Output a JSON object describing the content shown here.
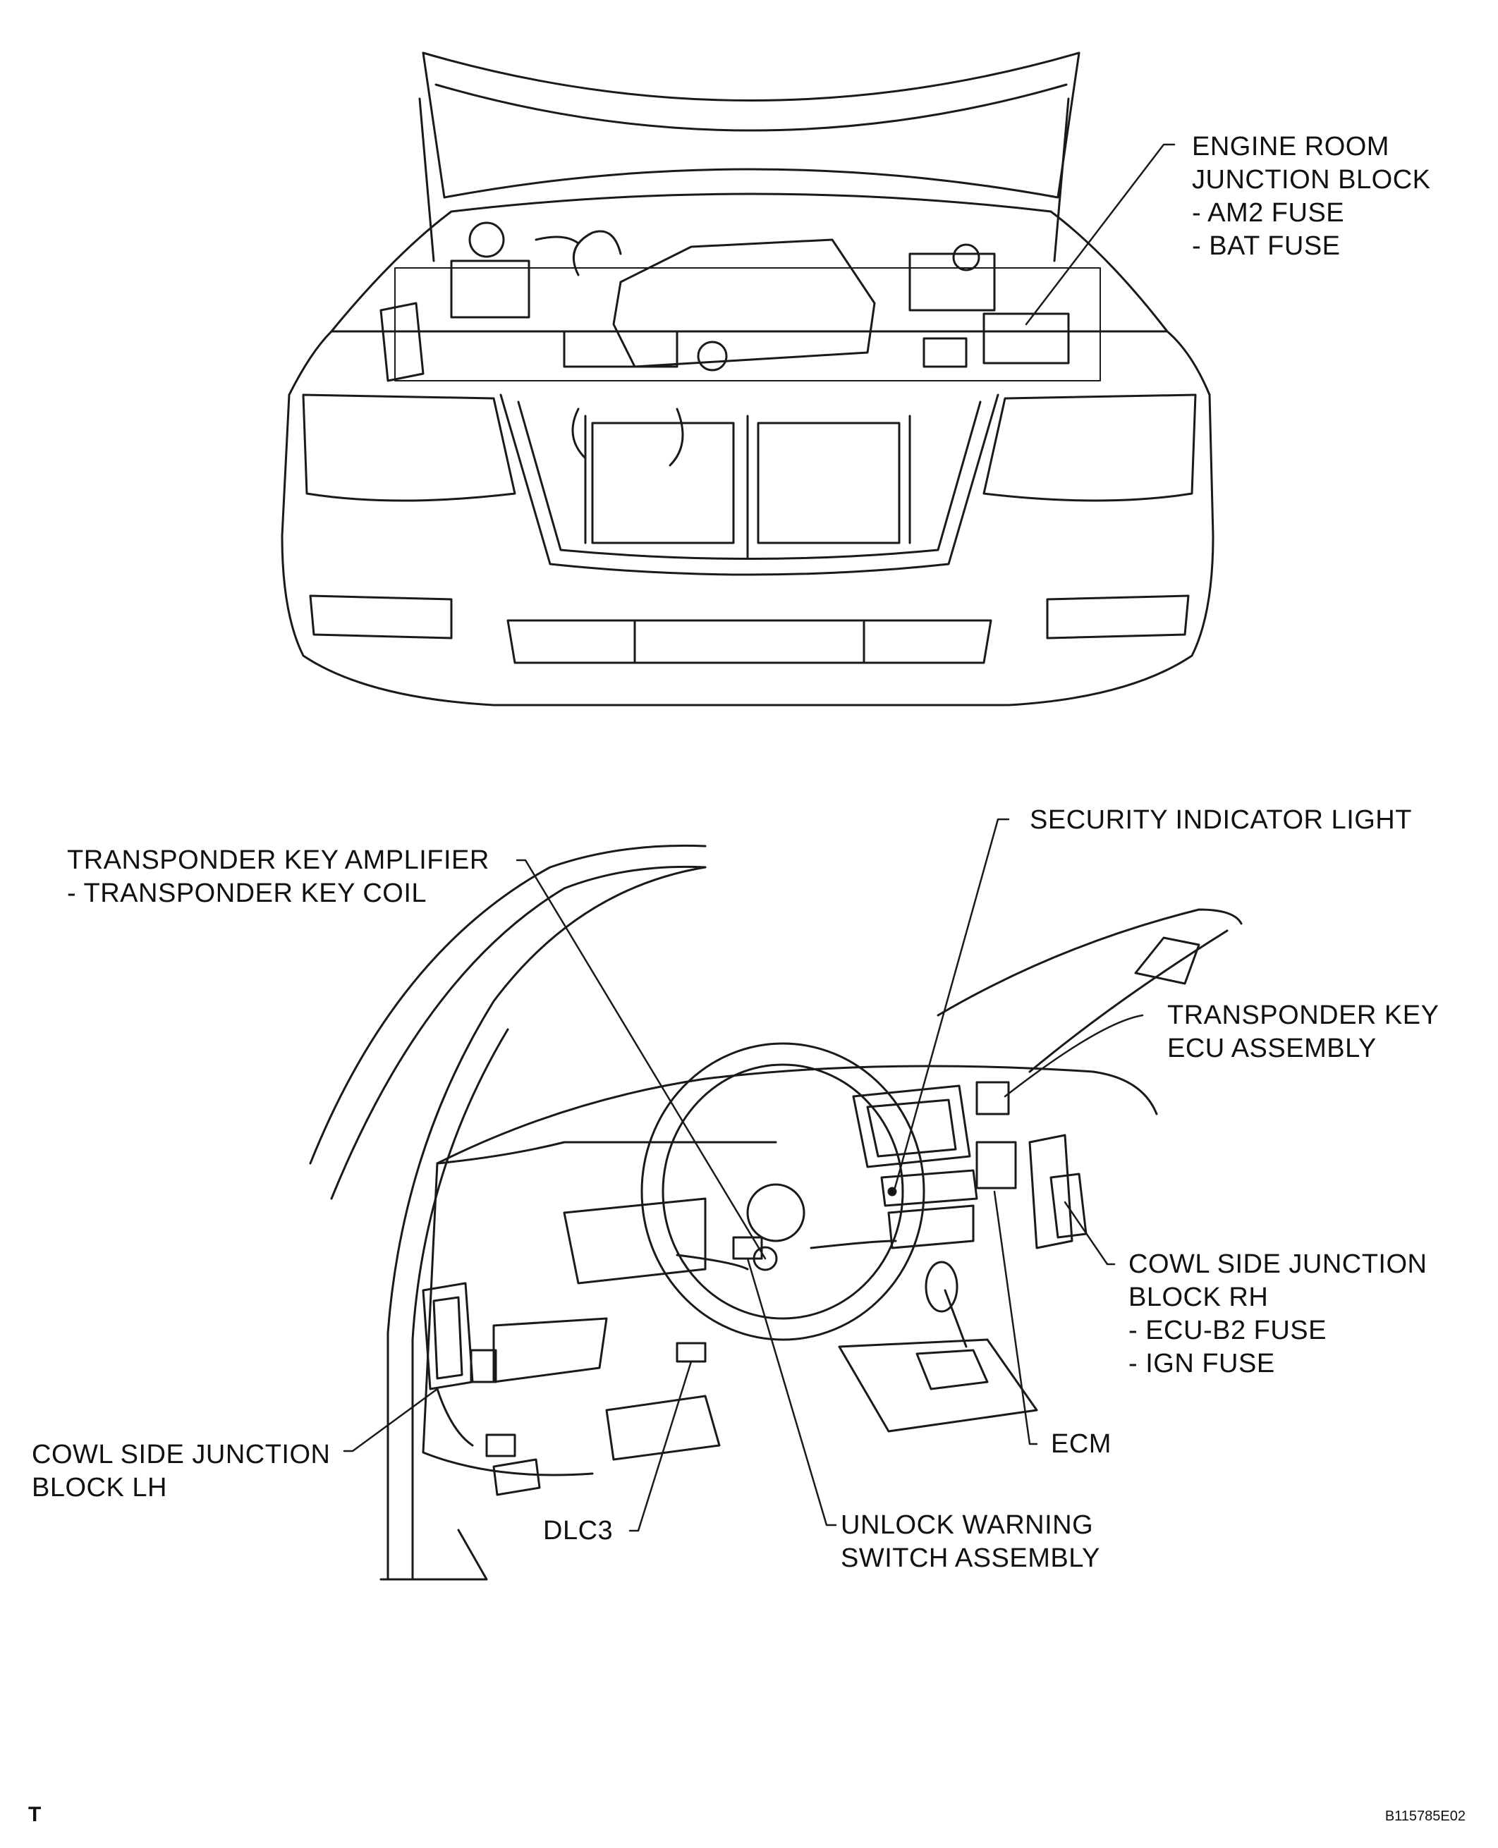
{
  "labels": {
    "engine_room_jb": [
      "ENGINE ROOM",
      "JUNCTION BLOCK",
      "- AM2 FUSE",
      "- BAT FUSE"
    ],
    "security_light": [
      "SECURITY INDICATOR LIGHT"
    ],
    "transponder_amp": [
      "TRANSPONDER KEY AMPLIFIER",
      "- TRANSPONDER KEY COIL"
    ],
    "transponder_ecu": [
      "TRANSPONDER KEY",
      "ECU ASSEMBLY"
    ],
    "cowl_rh": [
      "COWL SIDE JUNCTION",
      "BLOCK RH",
      "- ECU-B2 FUSE",
      "- IGN FUSE"
    ],
    "ecm": [
      "ECM"
    ],
    "cowl_lh": [
      "COWL SIDE JUNCTION",
      "BLOCK LH"
    ],
    "dlc3": [
      "DLC3"
    ],
    "unlock_switch": [
      "UNLOCK WARNING",
      "SWITCH ASSEMBLY"
    ]
  },
  "footer": {
    "corner_mark": "T",
    "figure_code": "B115785E02"
  }
}
